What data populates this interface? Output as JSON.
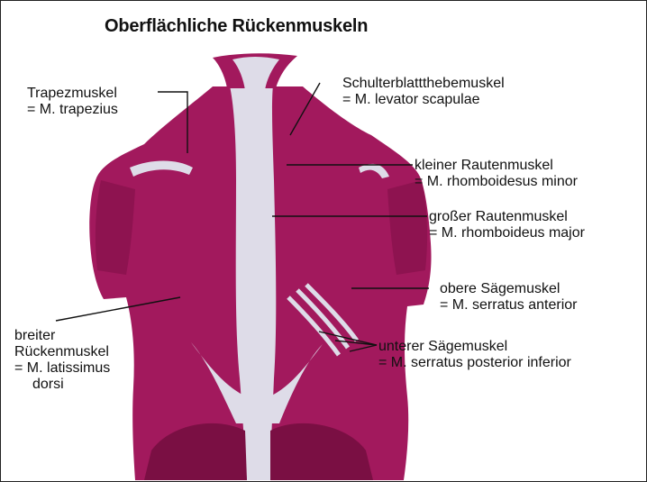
{
  "title": "Oberflächliche Rückenmuskeln",
  "colors": {
    "muscle": "#a2195d",
    "muscle_dark": "#6e0d3d",
    "muscle_light": "#c84a86",
    "tendon": "#dedce8",
    "line": "#111111",
    "background": "#ffffff"
  },
  "labels": {
    "trapezius": {
      "line1": "Trapezmuskel",
      "line2": "= M. trapezius"
    },
    "levator": {
      "line1": "Schulterblattthebemuskel",
      "line2": "= M. levator scapulae"
    },
    "rhomboid_minor": {
      "line1": "kleiner Rautenmuskel",
      "line2": "= M. rhomboidesus minor"
    },
    "rhomboid_major": {
      "line1": "großer Rautenmuskel",
      "line2": "= M. rhomboideus major"
    },
    "serratus_anterior": {
      "line1": "obere Sägemuskel",
      "line2": "= M. serratus anterior"
    },
    "serratus_posterior": {
      "line1": "unterer Sägemuskel",
      "line2": "= M. serratus posterior inferior"
    },
    "latissimus": {
      "line1": "breiter",
      "line2": "Rückenmuskel",
      "line3": "= M. latissimus",
      "line4": "dorsi"
    }
  }
}
